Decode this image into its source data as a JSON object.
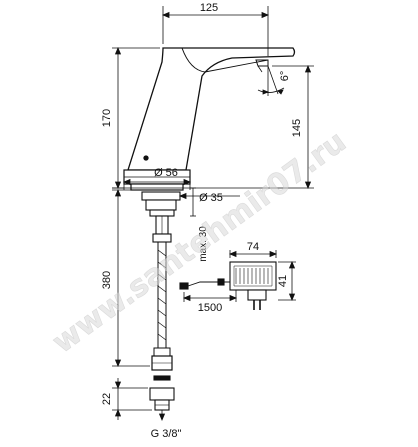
{
  "dimensions": {
    "spout_length": "125",
    "angle": "6°",
    "total_height": "170",
    "spout_height": "145",
    "base_diameter": "Ø 56",
    "hole_diameter": "Ø 35",
    "max_thickness": "max. 30",
    "hose_length": "380",
    "box_width": "74",
    "box_height": "41",
    "cable_length": "1500",
    "connector_height": "22",
    "thread": "G 3/8\""
  },
  "watermark": "www.santehmir07.ru",
  "colors": {
    "line": "#111111",
    "watermark": "#d0d0d0"
  }
}
